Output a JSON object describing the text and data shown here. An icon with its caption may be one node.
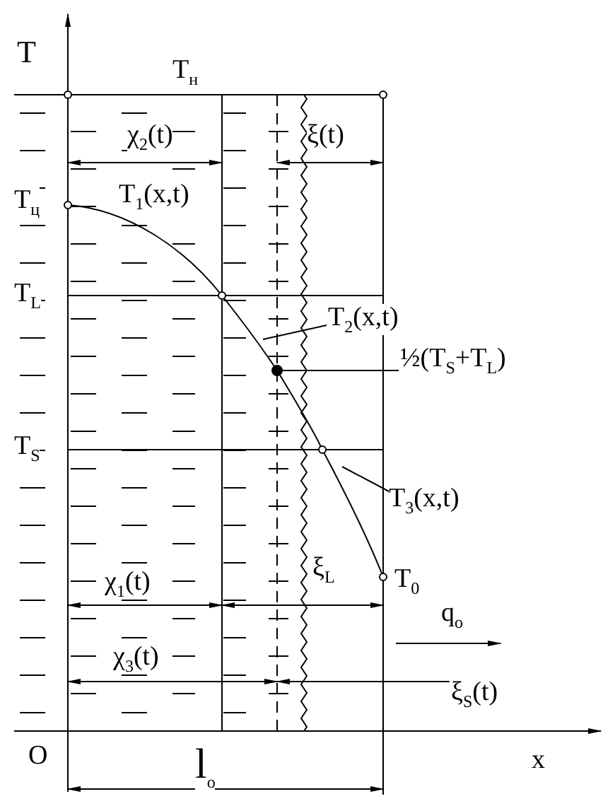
{
  "diagram": {
    "nodes": [
      {
        "text": [
          "T$_{2}$(x,t)"
        ]
      },
      {
        "text": [],
        "shape": "circle"
      },
      {
        "text": [
          "½(T$_{S}$+T$_{L}$)"
        ]
      },
      {
        "text": [
          "T$_{3}$(x,t)"
        ]
      }
    ],
    "edges": [
      {
        "from": 0,
        "to": null,
        "arrow": "none"
      },
      {
        "from": 1,
        "to": 2,
        "arrow": "none"
      },
      {
        "from": 3,
        "to": null,
        "arrow": "none"
      }
    ],
    "labels": [
      "T",
      "T$_{н}$",
      "χ$_{2}$(t)",
      "ξ(t)",
      "T$_{ц}$",
      "T$_{1}$(x,t)",
      "T$_{L}$",
      "T$_{S}$",
      "ξ$_{L}$",
      "T$_{0}$",
      "χ$_{1}$(t)",
      "q$_{o}$",
      "χ$_{3}$(t)",
      "ξ$_{S}$(t)",
      "O",
      "x",
      "l$_{o}$"
    ]
  }
}
